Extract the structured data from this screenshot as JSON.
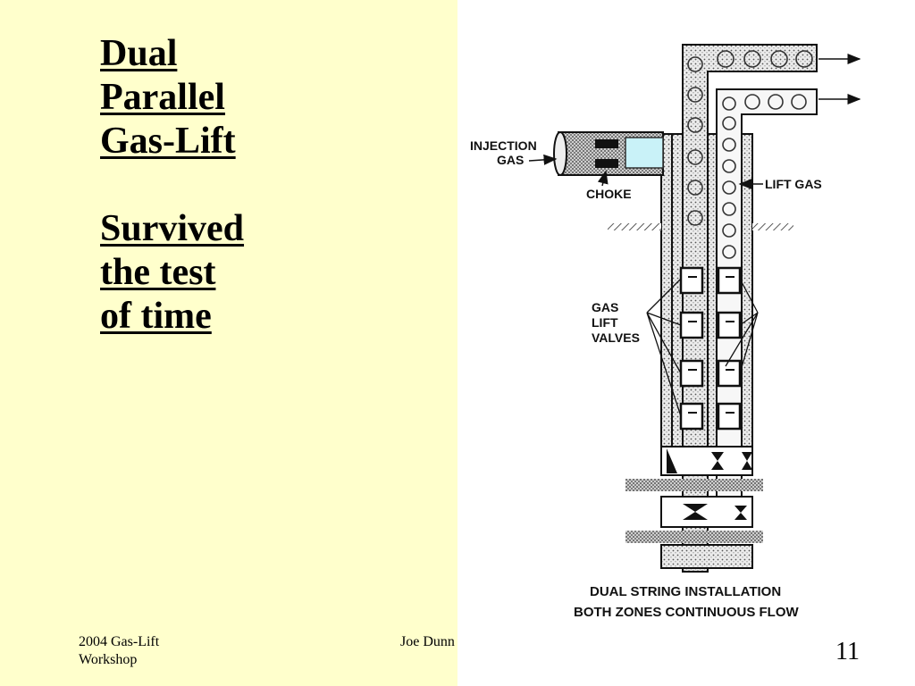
{
  "slide": {
    "title_lines": [
      "Dual",
      "Parallel",
      "Gas-Lift"
    ],
    "subtitle_lines": [
      "Survived",
      "the test",
      "of time"
    ],
    "footer_left_lines": [
      "2004 Gas-Lift",
      "Workshop"
    ],
    "footer_center": "Joe Dunn",
    "page_number": "11",
    "background_color": "#ffffcc"
  },
  "diagram": {
    "labels": {
      "injection_gas_line1": "INJECTION",
      "injection_gas_line2": "GAS",
      "choke": "CHOKE",
      "lift_gas": "LIFT GAS",
      "gas_lift_valves_line1": "GAS",
      "gas_lift_valves_line2": "LIFT",
      "gas_lift_valves_line3": "VALVES"
    },
    "caption_lines": [
      "DUAL STRING INSTALLATION",
      "BOTH ZONES CONTINUOUS FLOW"
    ],
    "highlight_color": "#c9f2f8"
  }
}
